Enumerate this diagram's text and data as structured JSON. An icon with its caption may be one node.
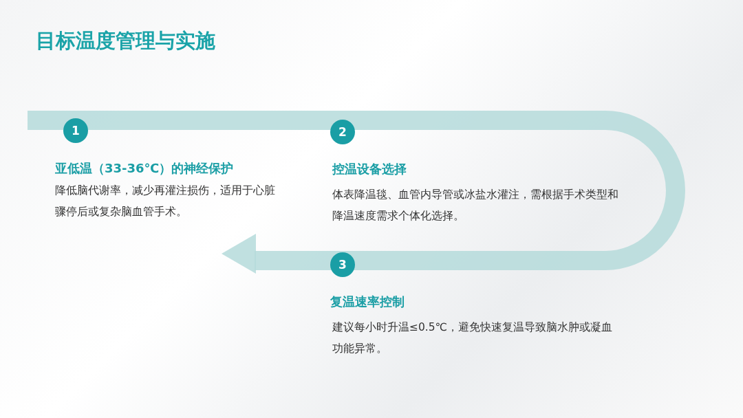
{
  "diagram": {
    "title": "目标温度管理与实施",
    "nodes": [
      {
        "text": [
          "1"
        ],
        "beside": [
          "亚低温（33-36℃）的神经保护",
          "降低脑代谢率，减少再灌注损伤，适用于心脏骤停后或复杂脑血管手术。"
        ]
      },
      {
        "text": [
          "2"
        ],
        "beside": [
          "控温设备选择",
          "体表降温毯、血管内导管或冰盐水灌注，需根据手术类型和降温速度需求个体化选择。"
        ]
      },
      {
        "text": [
          "3"
        ],
        "beside": [
          "复温速率控制",
          "建议每小时升温≤0.5℃，避免快速复温导致脑水肿或凝血功能异常。"
        ]
      }
    ]
  }
}
